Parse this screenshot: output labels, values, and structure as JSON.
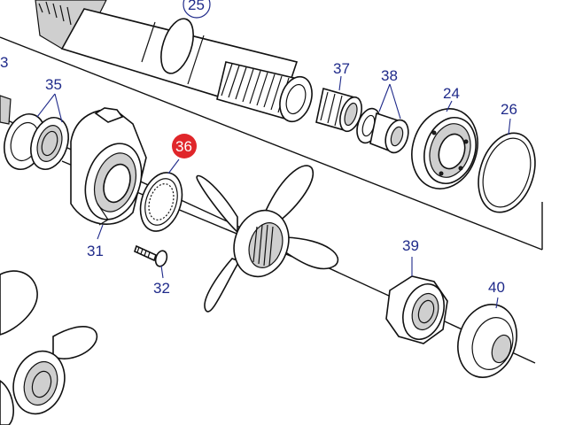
{
  "callouts": [
    {
      "id": "c23",
      "number": "3"
    },
    {
      "id": "c25",
      "number": "25"
    },
    {
      "id": "c35",
      "number": "35"
    },
    {
      "id": "c37",
      "number": "37"
    },
    {
      "id": "c38",
      "number": "38"
    },
    {
      "id": "c24",
      "number": "24"
    },
    {
      "id": "c26",
      "number": "26"
    },
    {
      "id": "c36",
      "number": "36",
      "highlighted": true
    },
    {
      "id": "c31",
      "number": "31"
    },
    {
      "id": "c32",
      "number": "32"
    },
    {
      "id": "c39",
      "number": "39"
    },
    {
      "id": "c40",
      "number": "40"
    }
  ],
  "colors": {
    "callout_text": "#1f2a8a",
    "highlight_fill": "#e0262a",
    "highlight_text": "#ffffff",
    "line": "#111111"
  }
}
